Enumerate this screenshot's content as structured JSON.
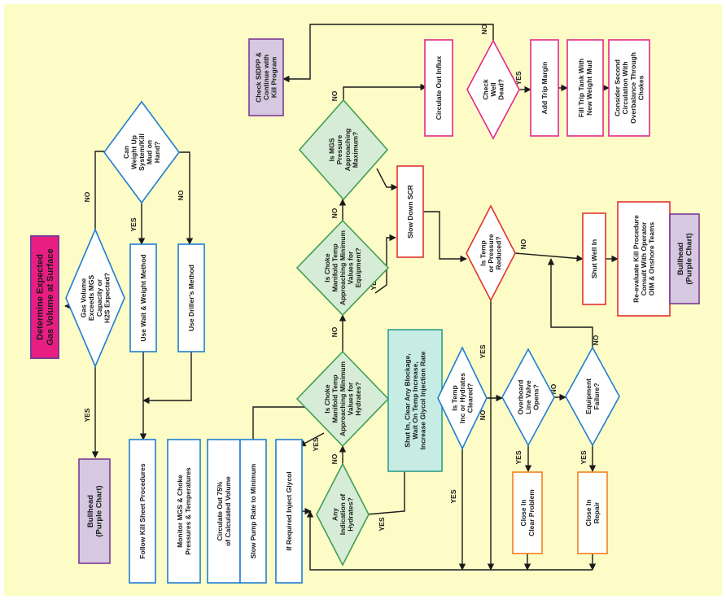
{
  "colors": {
    "background": "#fdfbc6",
    "blue": "#1f7ed1",
    "magenta": "#e22a8c",
    "purple": "#7d3a96",
    "purple_fill": "#d5c8e0",
    "green": "#3f9e55",
    "green_fill": "#d7ecd6",
    "teal": "#2f9e8c",
    "teal_fill": "#c6ece4",
    "red": "#e0332f",
    "orange": "#f2801f",
    "start_fill": "#e81e82",
    "line": "#1a1a1a"
  },
  "nodes": {
    "determine": [
      "Determine Expected",
      "Gas Volume at Surface"
    ],
    "gas_exceeds": [
      "Gas Volume",
      "Exceeds MGS",
      "Capacity or",
      "H2S Expected?"
    ],
    "bullhead_left": [
      "Bullhead",
      "(Purple Chart)"
    ],
    "can_weight": [
      "Can",
      "Weight Up",
      "System/Kill",
      "Mud on",
      "Hand?"
    ],
    "wait_weight": [
      "Use Wait & Weight Method"
    ],
    "drillers": [
      "Use Driller's Method"
    ],
    "follow_kill": [
      "Follow Kill Sheet Procedures"
    ],
    "monitor": [
      "Monitor MGS & Choke",
      "Pressures & Temperatures"
    ],
    "circulate_75": [
      "Circulate Out 75%",
      "of Calculated Volume"
    ],
    "slow_pump": [
      "Slow Pump Rate to Minimum"
    ],
    "inject_glycol": [
      "If Required Inject Glycol"
    ],
    "any_hydrates": [
      "Any",
      "Indication of",
      "Hydrates?"
    ],
    "choke_hydrates": [
      "Is Choke",
      "Manifold Temp",
      "Approaching Minimum",
      "Values for",
      "Hydrates?"
    ],
    "choke_equipment": [
      "Is Choke",
      "Manifold Temp",
      "Approaching Minimum",
      "Values for",
      "Equipment?"
    ],
    "mgs_pressure": [
      "Is MGS",
      "Pressure",
      "Approaching",
      "Maximum?"
    ],
    "check_sidpp": [
      "Check SIDPP &",
      "Continue with",
      "Kill Program"
    ],
    "circulate_influx": [
      "Circulate Out Influx"
    ],
    "check_well_dead": [
      "Check",
      "Well",
      "Dead?"
    ],
    "add_trip": [
      "Add Trip Margin"
    ],
    "fill_trip": [
      "Fill Trip Tank With",
      "New Weight Mud"
    ],
    "consider_second": [
      "Consider Second",
      "Circulation With",
      "Overbalance Through",
      "Chokes"
    ],
    "slow_scr": [
      "Slow Down SCR"
    ],
    "temp_reduced": [
      "Is Temp",
      "or Pressure",
      "Reduced?"
    ],
    "shut_well": [
      "Shut Well In"
    ],
    "reevaluate": [
      "Re-evaluate Kill Procedure",
      "Consult With Operator",
      "OIM & Onshore Teams"
    ],
    "bullhead_right": [
      "Bullhead",
      "(Purple Chart)"
    ],
    "shut_clear": [
      "Shut In, Clear Any Blockage,",
      "Wait On Temp Increase,",
      "Increase Glycol Injection Rate"
    ],
    "temp_inc": [
      "Is Temp",
      "Inc or Hydrates",
      "Cleared?"
    ],
    "overboard": [
      "Overboard",
      "Line Valve",
      "Opens?"
    ],
    "equip_failure": [
      "Equipment",
      "Failure?"
    ],
    "close_clear": [
      "Close In",
      "Clear Problem"
    ],
    "close_repair": [
      "Close In",
      "Repair"
    ]
  },
  "labels": {
    "yes": "YES",
    "no": "NO"
  }
}
